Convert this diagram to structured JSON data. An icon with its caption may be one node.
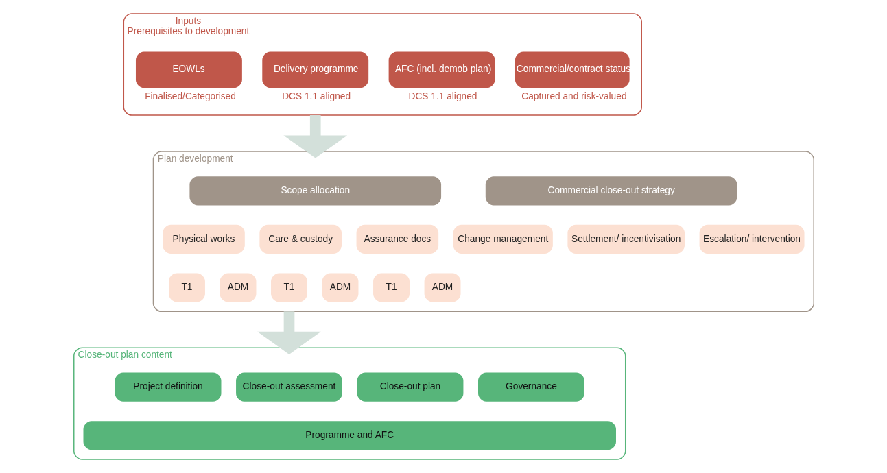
{
  "diagram": {
    "nodes": [
      {
        "text": [
          "Inputs",
          "Prerequisites to development"
        ]
      },
      {
        "text": [
          "EOWLs"
        ],
        "in": 0,
        "beside": [
          "Finalised/Categorised"
        ]
      },
      {
        "text": [
          "Delivery programme"
        ],
        "in": 0,
        "beside": [
          "DCS 1.1 aligned"
        ]
      },
      {
        "text": [
          "AFC (incl. demob plan)"
        ],
        "in": 0,
        "beside": [
          "DCS 1.1 aligned"
        ]
      },
      {
        "text": [
          "Commercial/contract status"
        ],
        "in": 0,
        "beside": [
          "Captured and risk-valued"
        ]
      },
      {
        "text": [
          "Plan development"
        ]
      },
      {
        "text": [
          "Scope allocation"
        ],
        "in": 5
      },
      {
        "text": [
          "Physical works"
        ],
        "in": 5
      },
      {
        "text": [
          "Care & custody"
        ],
        "in": 5
      },
      {
        "text": [
          "Assurance docs"
        ],
        "in": 5
      },
      {
        "text": [
          "T1"
        ],
        "in": 5
      },
      {
        "text": [
          "ADM"
        ],
        "in": 5
      },
      {
        "text": [
          "T1"
        ],
        "in": 5
      },
      {
        "text": [
          "ADM"
        ],
        "in": 5
      },
      {
        "text": [
          "T1"
        ],
        "in": 5
      },
      {
        "text": [
          "ADM"
        ],
        "in": 5
      },
      {
        "text": [
          "Commercial close-out strategy"
        ],
        "in": 5
      },
      {
        "text": [
          "Change management"
        ],
        "in": 5
      },
      {
        "text": [
          "Settlement/ incentivisation"
        ],
        "in": 5
      },
      {
        "text": [
          "Escalation/ intervention"
        ],
        "in": 5
      },
      {
        "text": [
          "Close-out plan content"
        ]
      },
      {
        "text": [
          "Project definition"
        ],
        "in": 20
      },
      {
        "text": [
          "Close-out assessment"
        ],
        "in": 20
      },
      {
        "text": [
          "Close-out plan"
        ],
        "in": 20
      },
      {
        "text": [
          "Governance"
        ],
        "in": 20
      },
      {
        "text": [
          "Programme and AFC"
        ],
        "in": 20
      }
    ],
    "edges": [
      {
        "from": 0,
        "to": 5,
        "arrow": "to",
        "color": "#d3e0da"
      },
      {
        "from": 5,
        "to": 20,
        "arrow": "to",
        "color": "#d3e0da"
      }
    ]
  }
}
